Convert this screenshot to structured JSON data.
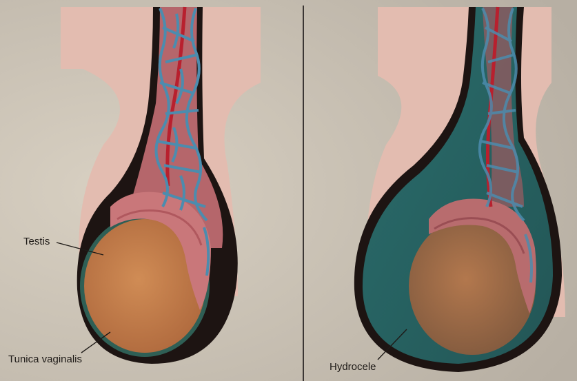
{
  "panels": {
    "normal": {
      "labels": {
        "testis": "Testis",
        "tunica_vaginalis": "Tunica vaginalis"
      }
    },
    "hydrocele": {
      "labels": {
        "hydrocele": "Hydrocele"
      }
    }
  },
  "colors": {
    "background": "#c9c2b5",
    "skin": "#e3bcb0",
    "sac_wall": "#1d1412",
    "sac_inner": "#b5666b",
    "testis": "#c8824e",
    "epididymis": "#c9777a",
    "vein": "#4c8cae",
    "artery": "#b8202e",
    "fluid": "#2d6c69",
    "divider": "#3b3634"
  }
}
